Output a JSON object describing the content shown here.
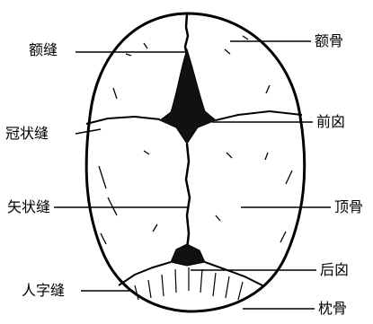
{
  "labels": {
    "left": {
      "frontal_suture": "额缝",
      "coronal_suture": "冠状缝",
      "sagittal_suture": "矢状缝",
      "lambdoid_suture": "人字缝"
    },
    "right": {
      "frontal_bone": "额骨",
      "anterior_fontanelle": "前囟",
      "parietal_bone": "顶骨",
      "posterior_fontanelle": "后囟",
      "occipital_bone": "枕骨"
    }
  },
  "colors": {
    "ink": "#000000",
    "paper": "#ffffff"
  }
}
